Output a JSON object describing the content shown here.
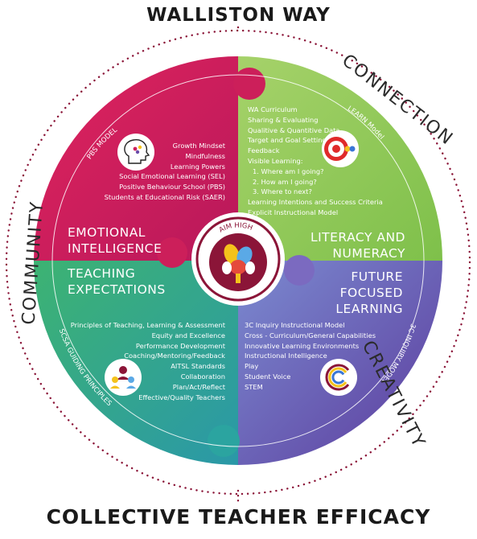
{
  "titles": {
    "top": "WALLISTON WAY",
    "bottom": "COLLECTIVE TEACHER EFFICACY"
  },
  "ring_labels": {
    "connection": "CONNECTION",
    "community": "COMMUNITY",
    "creativity": "CREATIVITY"
  },
  "center": {
    "label": "AIM HIGH"
  },
  "quadrants": {
    "emotional": {
      "heading_line1": "EMOTIONAL",
      "heading_line2": "INTELLIGENCE",
      "model": "PBS MODEL",
      "items": [
        "Growth Mindset",
        "Mindfulness",
        "Learning Powers",
        "Social Emotional Learning (SEL)",
        "Positive Behaviour School (PBS)",
        "Students at Educational Risk (SAER)"
      ]
    },
    "literacy": {
      "heading_line1": "LITERACY AND",
      "heading_line2": "NUMERACY",
      "model": "LEARN Model",
      "items": [
        "WA Curriculum",
        "Sharing & Evaluating",
        "Qualitive & Quantitive Data",
        "Target and Goal Setting",
        "Feedback",
        "Visible Learning:",
        "1. Where am I going?",
        "2. How am I going?",
        "3. Where to next?",
        "Learning Intentions and Success Criteria",
        "Explicit Instructional Model"
      ]
    },
    "teaching": {
      "heading_line1": "TEACHING",
      "heading_line2": "EXPECTATIONS",
      "model": "SCSA GUIDING PRINCIPLES",
      "items": [
        "Principles of Teaching, Learning & Assessment",
        "Equity and Excellence",
        "Performance Development",
        "Coaching/Mentoring/Feedback",
        "AITSL Standards",
        "Collaboration",
        "Plan/Act/Reflect",
        "Effective/Quality Teachers"
      ]
    },
    "future": {
      "heading_line1": "FUTURE",
      "heading_line2": "FOCUSED",
      "heading_line3": "LEARNING",
      "model": "3C INQUIRY MODEL",
      "items": [
        "3C Inquiry Instructional Model",
        "Cross - Curriculum/General Capabilities",
        "Innovative Learning Environments",
        "Instructional Intelligence",
        "Play",
        "Student Voice",
        "STEM"
      ]
    }
  },
  "colors": {
    "emotional": "#cc1f5a",
    "literacy": "#8cc63f",
    "teaching": "#2bab8c",
    "future": "#6a4aa8",
    "maroon": "#8b1538",
    "dots": "#8b1538"
  }
}
